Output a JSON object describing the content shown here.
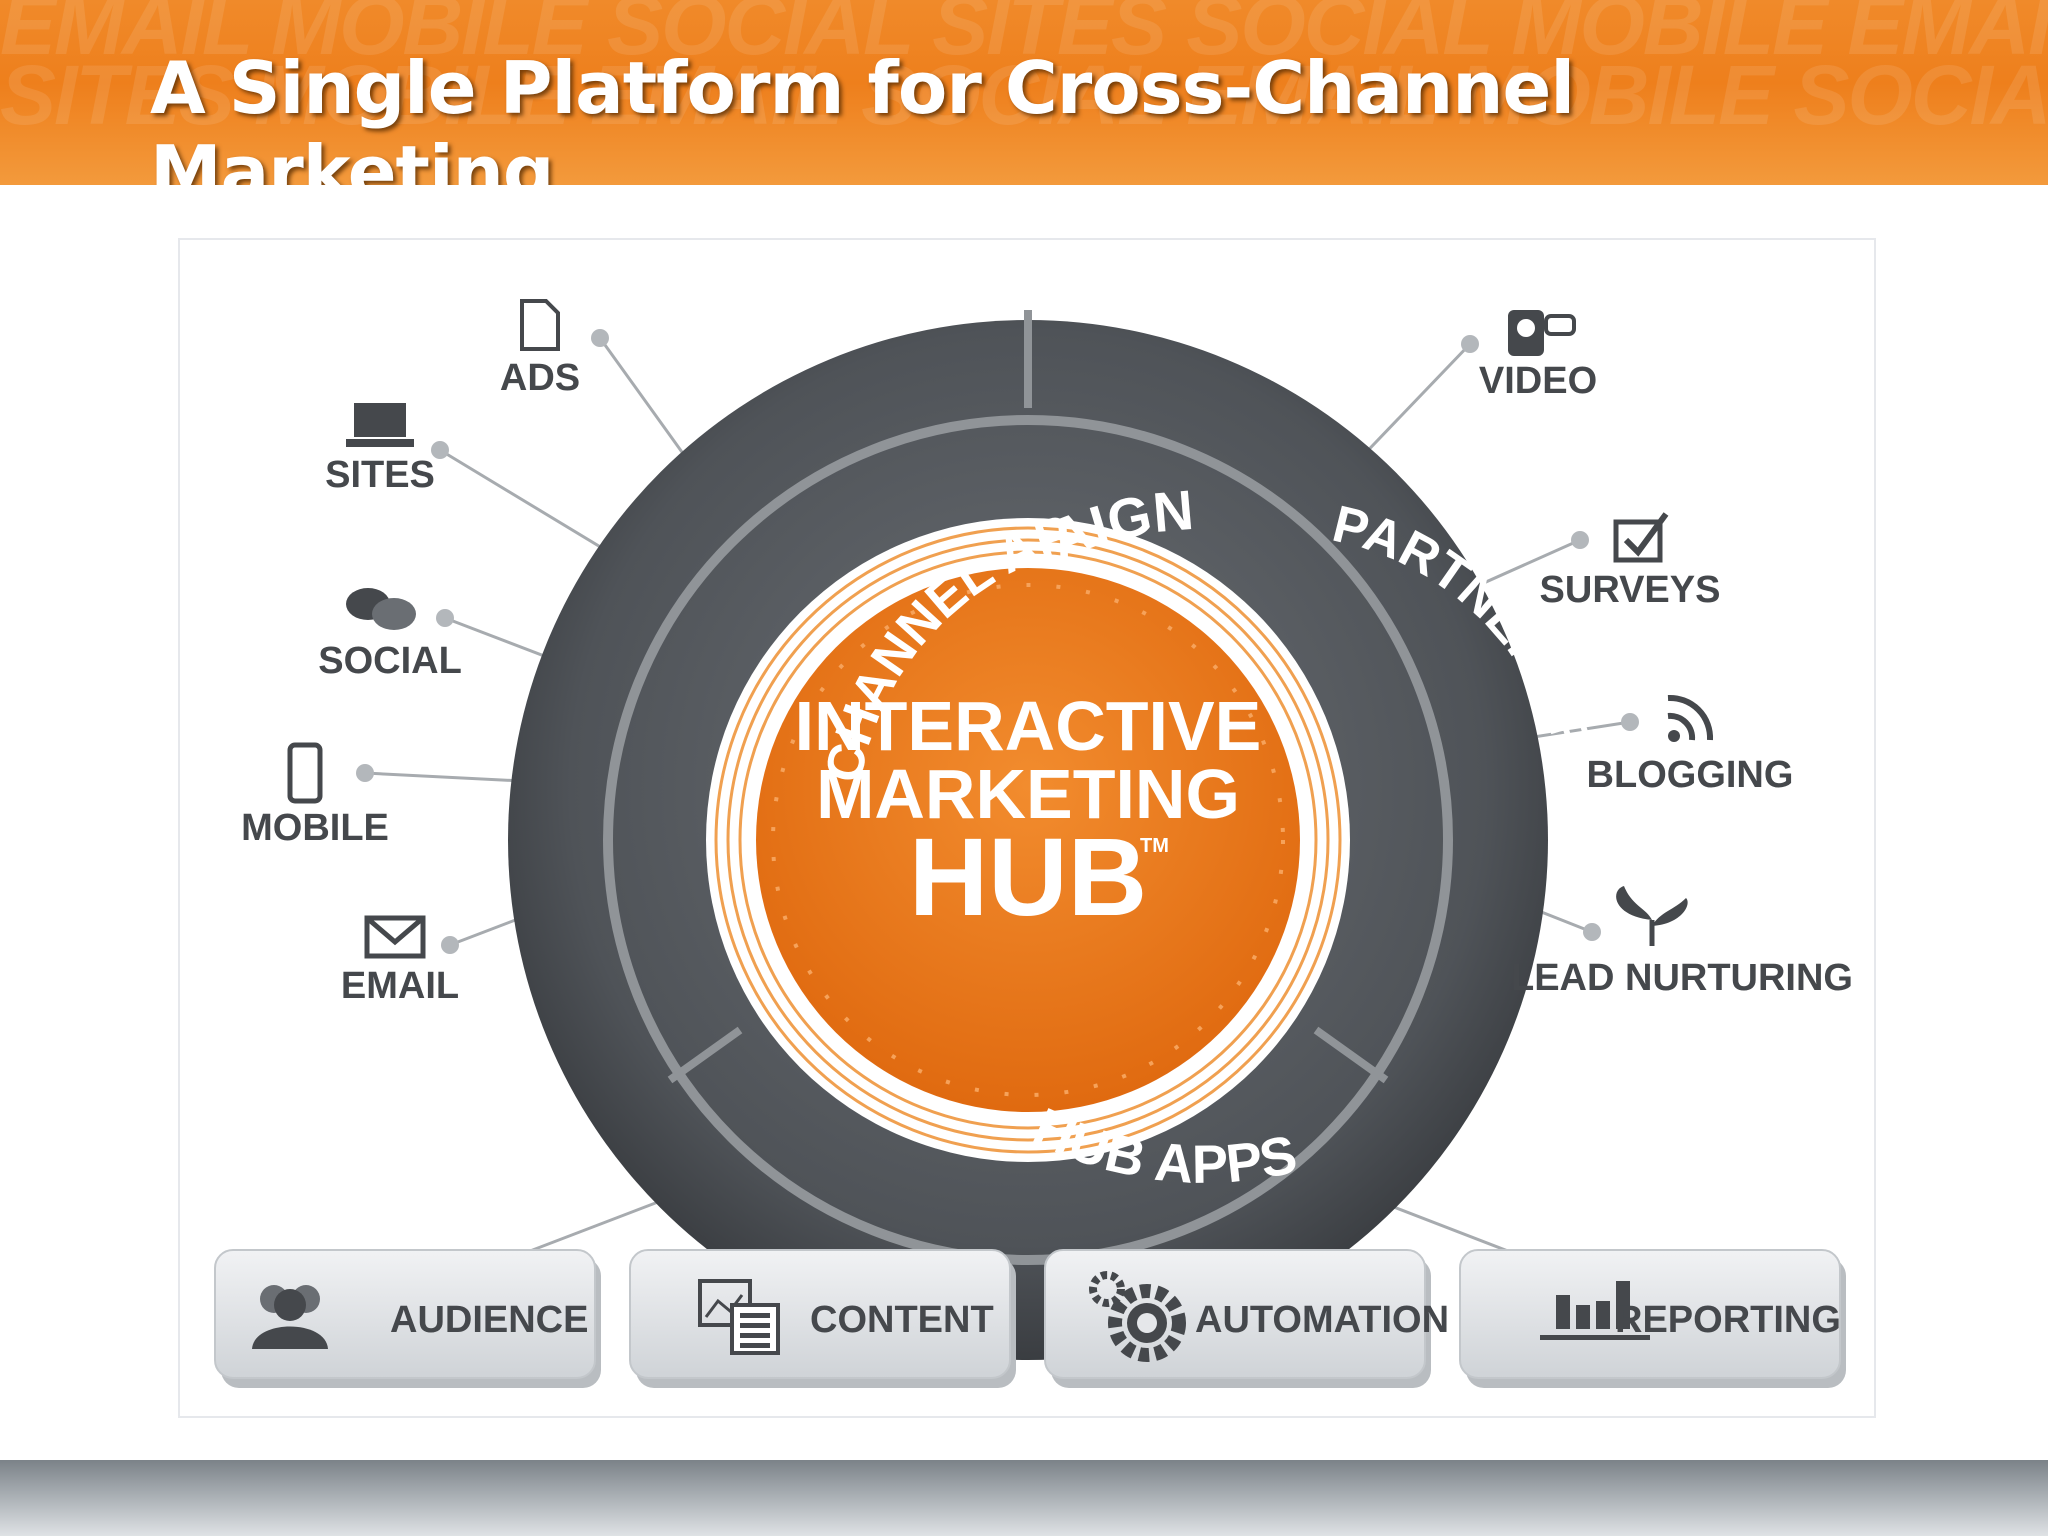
{
  "slide": {
    "title": "A Single Platform for Cross-Channel Marketing",
    "banner_background_text": [
      "EMAIL MOBILE SOCIAL SITES SOCIAL MOBILE EMAIL SOCIAL",
      "SITES MOBILE EMAIL SOCIAL EMAIL MOBILE SOCIAL SITES EMAIL"
    ]
  },
  "hub": {
    "center_line1": "INTERACTIVE",
    "center_line2": "MARKETING",
    "center_line3": "HUB",
    "trademark": "TM",
    "ring_segments": {
      "top": "CAMPAIGN",
      "left": "CHANNEL APPS",
      "right": "PARTNER APPS",
      "bottom": "HUB APPS"
    }
  },
  "channels_left": [
    {
      "label": "ADS",
      "icon": "document-icon"
    },
    {
      "label": "SITES",
      "icon": "laptop-icon"
    },
    {
      "label": "SOCIAL",
      "icon": "speech-bubbles-icon"
    },
    {
      "label": "MOBILE",
      "icon": "mobile-phone-icon"
    },
    {
      "label": "EMAIL",
      "icon": "envelope-icon"
    }
  ],
  "partners_right": [
    {
      "label": "VIDEO",
      "icon": "video-camera-icon"
    },
    {
      "label": "SURVEYS",
      "icon": "checkbox-icon"
    },
    {
      "label": "BLOGGING",
      "icon": "rss-icon"
    },
    {
      "label": "LEAD NURTURING",
      "icon": "sprout-icon"
    }
  ],
  "hub_apps_bottom": [
    {
      "label": "AUDIENCE",
      "icon": "people-icon"
    },
    {
      "label": "CONTENT",
      "icon": "documents-icon"
    },
    {
      "label": "AUTOMATION",
      "icon": "gears-icon"
    },
    {
      "label": "REPORTING",
      "icon": "bar-chart-icon"
    }
  ],
  "colors": {
    "banner_orange": "#ee7f1c",
    "ring_dark": "#4a4d52",
    "ring_mid": "#62666b",
    "hub_orange": "#ec7a1b",
    "label_gray": "#45484c",
    "connector_gray": "#a7abaf"
  }
}
